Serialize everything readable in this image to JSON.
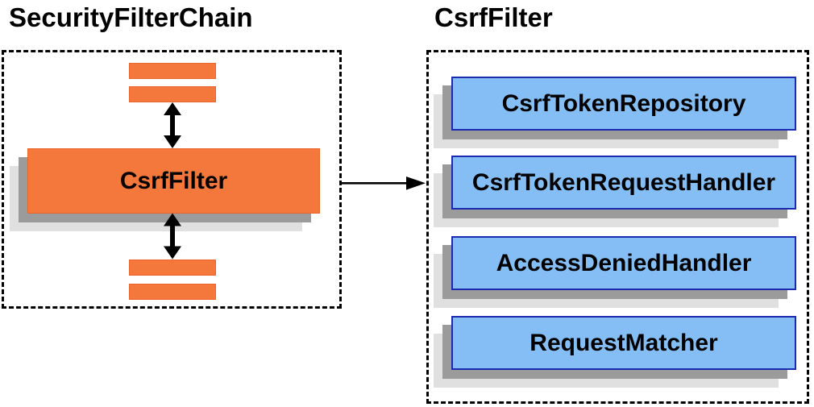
{
  "diagram": {
    "left_panel": {
      "title": "SecurityFilterChain",
      "filter_node_label": "CsrfFilter",
      "placeholder_filter_bars": {
        "above_count": 2,
        "below_count": 2
      }
    },
    "right_panel": {
      "title": "CsrfFilter",
      "components": [
        {
          "label": "CsrfTokenRepository"
        },
        {
          "label": "CsrfTokenRequestHandler"
        },
        {
          "label": "AccessDeniedHandler"
        },
        {
          "label": "RequestMatcher"
        }
      ]
    },
    "connections": [
      {
        "from": "filter-bars-above",
        "to": "csrf-filter-node",
        "type": "double-arrow"
      },
      {
        "from": "csrf-filter-node",
        "to": "filter-bars-below",
        "type": "double-arrow"
      },
      {
        "from": "csrf-filter-node",
        "to": "csrf-filter-detail-box",
        "type": "arrow"
      }
    ],
    "colors": {
      "orange_fill": "#F4773B",
      "orange_border": "#E8662D",
      "blue_fill": "#85BEF5",
      "blue_border": "#1B2AAE",
      "shadow_dark": "#9B9B9B",
      "shadow_light": "#E0E0E0",
      "arrow": "#000000",
      "text": "#000000",
      "background": "#FFFFFF"
    }
  }
}
